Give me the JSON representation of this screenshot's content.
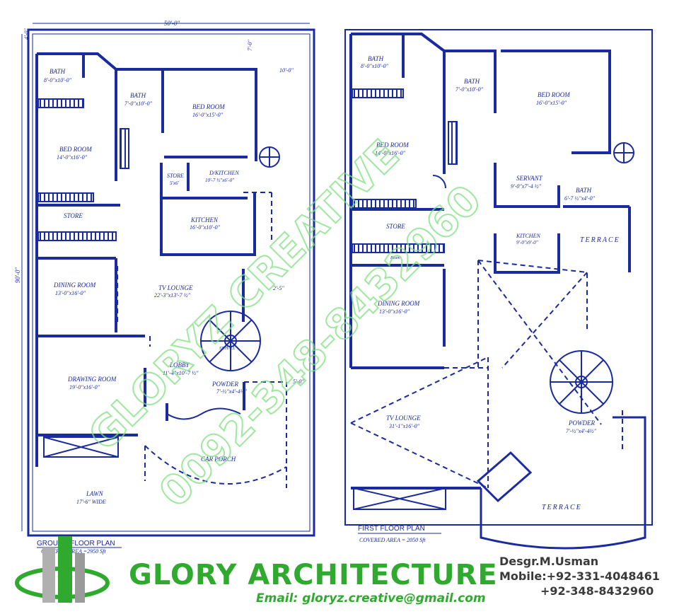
{
  "overall_dims": {
    "width": "50'-0\"",
    "depth": "90'-0\""
  },
  "ground_floor": {
    "title": "GROUND FLOOR PLAN",
    "covered_area": "COVERED AREA =2950 Sft",
    "rooms": [
      {
        "name": "BATH",
        "size": "8'-0\"x10'-0\""
      },
      {
        "name": "BATH",
        "size": "7'-0\"x10'-0\""
      },
      {
        "name": "BED ROOM",
        "size": "16'-0\"x15'-0\""
      },
      {
        "name": "BED ROOM",
        "size": "14'-0\"x16'-0\""
      },
      {
        "name": "STORE",
        "size": "5'x6'"
      },
      {
        "name": "D/KITCHEN",
        "size": "10'-7 ½\"x6'-0\""
      },
      {
        "name": "STORE",
        "size": ""
      },
      {
        "name": "KITCHEN",
        "size": "16'-0\"x10'-0\""
      },
      {
        "name": "DINING ROOM",
        "size": "13'-0\"x16'-0\""
      },
      {
        "name": "TV LOUNGE",
        "size": "22'-3\"x13'-7 ½\""
      },
      {
        "name": "DRAWING ROOM",
        "size": "19'-0\"x16'-0\""
      },
      {
        "name": "LOBBY",
        "size": "11'-4\"x10'-7 ½\""
      },
      {
        "name": "POWDER",
        "size": "7'-½\"x4'-4½\""
      },
      {
        "name": "CAR PORCH",
        "size": ""
      },
      {
        "name": "LAWN",
        "size": "17'-6\" WIDE"
      }
    ],
    "setbacks": [
      "4'-0\"",
      "7'-0\"",
      "10'-0\"",
      "2'-5\"",
      "5'-0\""
    ],
    "stair_label": "ST/HALL"
  },
  "first_floor": {
    "title": "FIRST FLOOR PLAN",
    "covered_area": "COVERED AREA = 2050 Sft",
    "rooms": [
      {
        "name": "BATH",
        "size": "8'-0\"x10'-0\""
      },
      {
        "name": "BATH",
        "size": "7'-0\"x10'-0\""
      },
      {
        "name": "BED ROOM",
        "size": "16'-0\"x15'-0\""
      },
      {
        "name": "BED ROOM",
        "size": "14'-0\"x16'-0\""
      },
      {
        "name": "SERVANT",
        "size": "9'-0\"x7'-4 ½\""
      },
      {
        "name": "BATH",
        "size": "6'-7 ½\"x4'-0\""
      },
      {
        "name": "STORE",
        "size": ""
      },
      {
        "name": "KITCHEN",
        "size": "9'-0\"x9'-0\""
      },
      {
        "name": "TERRACE",
        "size": ""
      },
      {
        "name": "DINING ROOM",
        "size": "13'-0\"x16'-0\""
      },
      {
        "name": "TV LOUNGE",
        "size": "31'-1\"x16'-0\""
      },
      {
        "name": "POWDER",
        "size": "7'-½\"x4'-4½\""
      },
      {
        "name": "TERRACE",
        "size": ""
      }
    ],
    "beam_label": "Beam"
  },
  "watermark": {
    "line1": "GLORYZ CREATIVE",
    "line2": "0092-348-8432960"
  },
  "branding": {
    "company": "GLORY ARCHITECTURE",
    "email_label": "Email:",
    "email": "gloryz.creative@gmail.com",
    "designer": "Desgr.M.Usman",
    "mobile_label": "Mobile:",
    "mobile1": "+92-331-4048461",
    "mobile2": "+92-348-8432960"
  },
  "colors": {
    "line": "#1a2aa0",
    "brand": "#2faa2f",
    "watermark": "#7ee07e"
  }
}
